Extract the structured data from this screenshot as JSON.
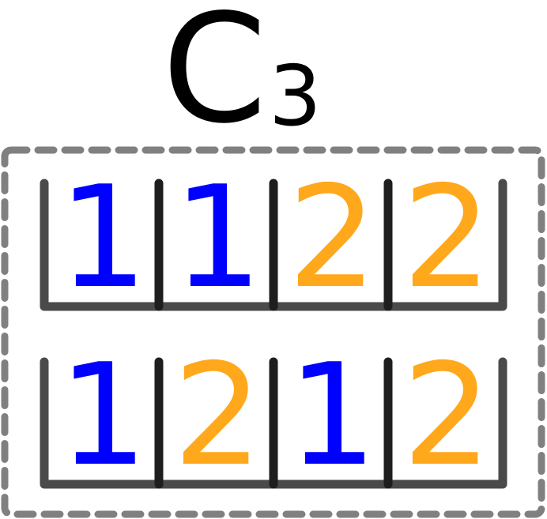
{
  "title": {
    "main": "C",
    "subscript": "3"
  },
  "colors": {
    "one": "#0000ff",
    "two": "#ffa81c",
    "box_border": "#808080",
    "slot_outer": "#4a4a4a",
    "slot_divider": "#1e1e1e"
  },
  "rows": [
    {
      "cells": [
        {
          "value": "1",
          "color_key": "one"
        },
        {
          "value": "1",
          "color_key": "one"
        },
        {
          "value": "2",
          "color_key": "two"
        },
        {
          "value": "2",
          "color_key": "two"
        }
      ]
    },
    {
      "cells": [
        {
          "value": "1",
          "color_key": "one"
        },
        {
          "value": "2",
          "color_key": "two"
        },
        {
          "value": "1",
          "color_key": "one"
        },
        {
          "value": "2",
          "color_key": "two"
        }
      ]
    }
  ]
}
